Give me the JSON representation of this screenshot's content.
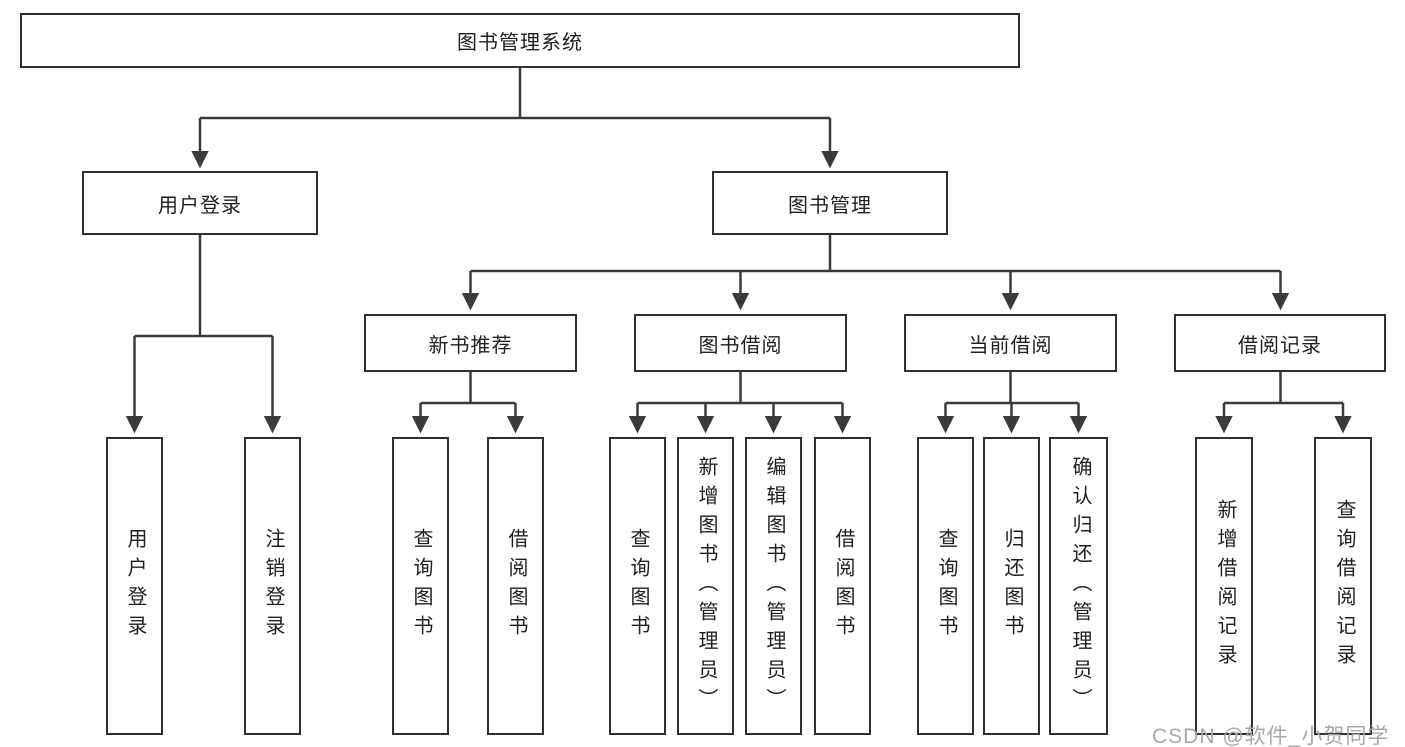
{
  "tree": {
    "root": {
      "label": "图书管理系统"
    },
    "branches": [
      {
        "label": "用户登录",
        "children": [
          "用户登录",
          "注销登录"
        ]
      },
      {
        "label": "图书管理",
        "children": [
          {
            "label": "新书推荐",
            "children": [
              "查询图书",
              "借阅图书"
            ]
          },
          {
            "label": "图书借阅",
            "children": [
              "查询图书",
              "新增图书（管理员）",
              "编辑图书（管理员）",
              "借阅图书"
            ]
          },
          {
            "label": "当前借阅",
            "children": [
              "查询图书",
              "归还图书",
              "确认归还（管理员）"
            ]
          },
          {
            "label": "借阅记录",
            "children": [
              "新增借阅记录",
              "查询借阅记录"
            ]
          }
        ]
      }
    ]
  },
  "watermark": "CSDN @软件_小贺同学",
  "colors": {
    "background": "#ffffff",
    "line": "#3a3a3a",
    "box_border": "#2f2f2f",
    "text": "#1f1f1f",
    "watermark": "#a8a8a8"
  }
}
